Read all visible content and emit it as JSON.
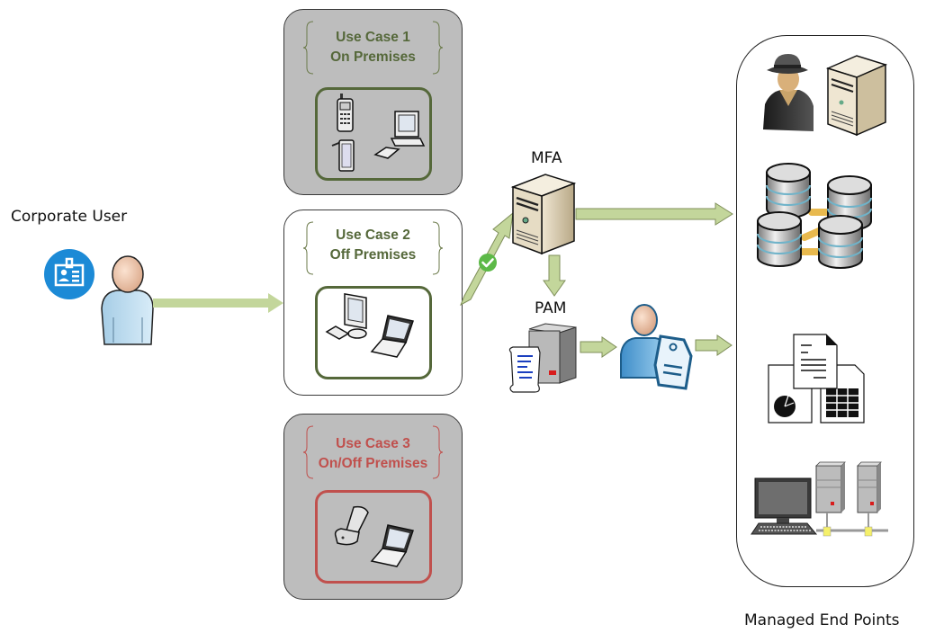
{
  "colors": {
    "green_text": "#55683a",
    "red_text": "#c0504d",
    "arrow_fill": "#c3d69b",
    "arrow_stroke": "#7f8f5a",
    "badge_blue": "#1c8ad6",
    "check_green": "#5cb947"
  },
  "corporate_user": {
    "label": "Corporate User",
    "badge_icon": "id-badge-icon",
    "person_icon": "user-icon"
  },
  "use_cases": [
    {
      "title_line1": "Use Case 1",
      "title_line2": "On Premises",
      "style": "gray",
      "devices": [
        "cell-phone-icon",
        "tablet-icon",
        "desktop-computer-icon"
      ]
    },
    {
      "title_line1": "Use Case 2",
      "title_line2": "Off Premises",
      "style": "white",
      "devices": [
        "monitor-icon",
        "laptop-icon"
      ]
    },
    {
      "title_line1": "Use Case 3",
      "title_line2": "On/Off Premises",
      "style": "gray-red",
      "devices": [
        "flip-phone-icon",
        "laptop-icon"
      ]
    }
  ],
  "mfa": {
    "label": "MFA",
    "icon": "server-icon",
    "status_icon": "checkmark-icon"
  },
  "pam": {
    "label": "PAM",
    "icon": "server-with-script-icon",
    "credential_icon": "user-with-tag-icon"
  },
  "endpoints": {
    "label": "Managed End Points",
    "items": [
      "hacker-and-server-icon",
      "replicated-databases-icon",
      "documents-icon",
      "network-computers-icon"
    ]
  }
}
